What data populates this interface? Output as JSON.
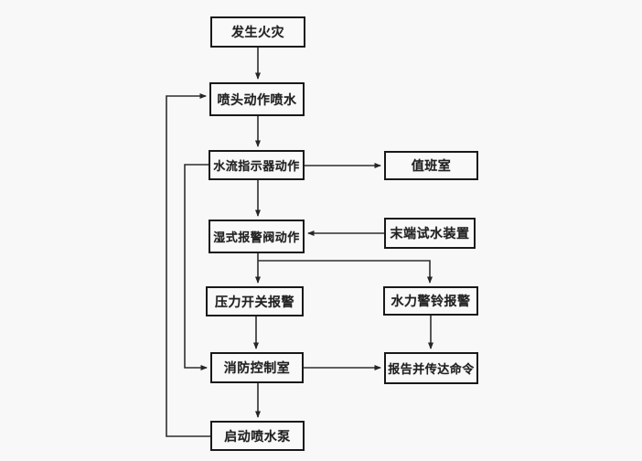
{
  "diagram": {
    "type": "flowchart",
    "description_colors": {
      "background": "#fdfdfd",
      "box_fill": "#fefefe",
      "box_border": "#151515",
      "line": "#2b2b2b",
      "text": "#1d1d1d"
    },
    "nodes": [
      {
        "id": "fire",
        "label": "发生火灾"
      },
      {
        "id": "sprinkler",
        "label": "喷头动作喷水"
      },
      {
        "id": "flow",
        "label": "水流指示器动作"
      },
      {
        "id": "duty",
        "label": "值班室"
      },
      {
        "id": "wet",
        "label": "湿式报警阀动作"
      },
      {
        "id": "endtest",
        "label": "末端试水装置"
      },
      {
        "id": "pressure",
        "label": "压力开关报警"
      },
      {
        "id": "bell",
        "label": "水力警铃报警"
      },
      {
        "id": "control",
        "label": "消防控制室"
      },
      {
        "id": "report",
        "label": "报告并传达命令"
      },
      {
        "id": "pump",
        "label": "启动喷水泵"
      }
    ],
    "edges": [
      {
        "from": "fire",
        "to": "sprinkler"
      },
      {
        "from": "sprinkler",
        "to": "flow"
      },
      {
        "from": "flow",
        "to": "duty"
      },
      {
        "from": "flow",
        "to": "control"
      },
      {
        "from": "pump",
        "to": "sprinkler"
      },
      {
        "from": "flow",
        "to": "wet"
      },
      {
        "from": "endtest",
        "to": "wet"
      },
      {
        "from": "wet",
        "to": "pressure"
      },
      {
        "from": "wet",
        "to": "bell"
      },
      {
        "from": "pressure",
        "to": "control"
      },
      {
        "from": "bell",
        "to": "report"
      },
      {
        "from": "control",
        "to": "report"
      },
      {
        "from": "control",
        "to": "pump"
      }
    ]
  }
}
